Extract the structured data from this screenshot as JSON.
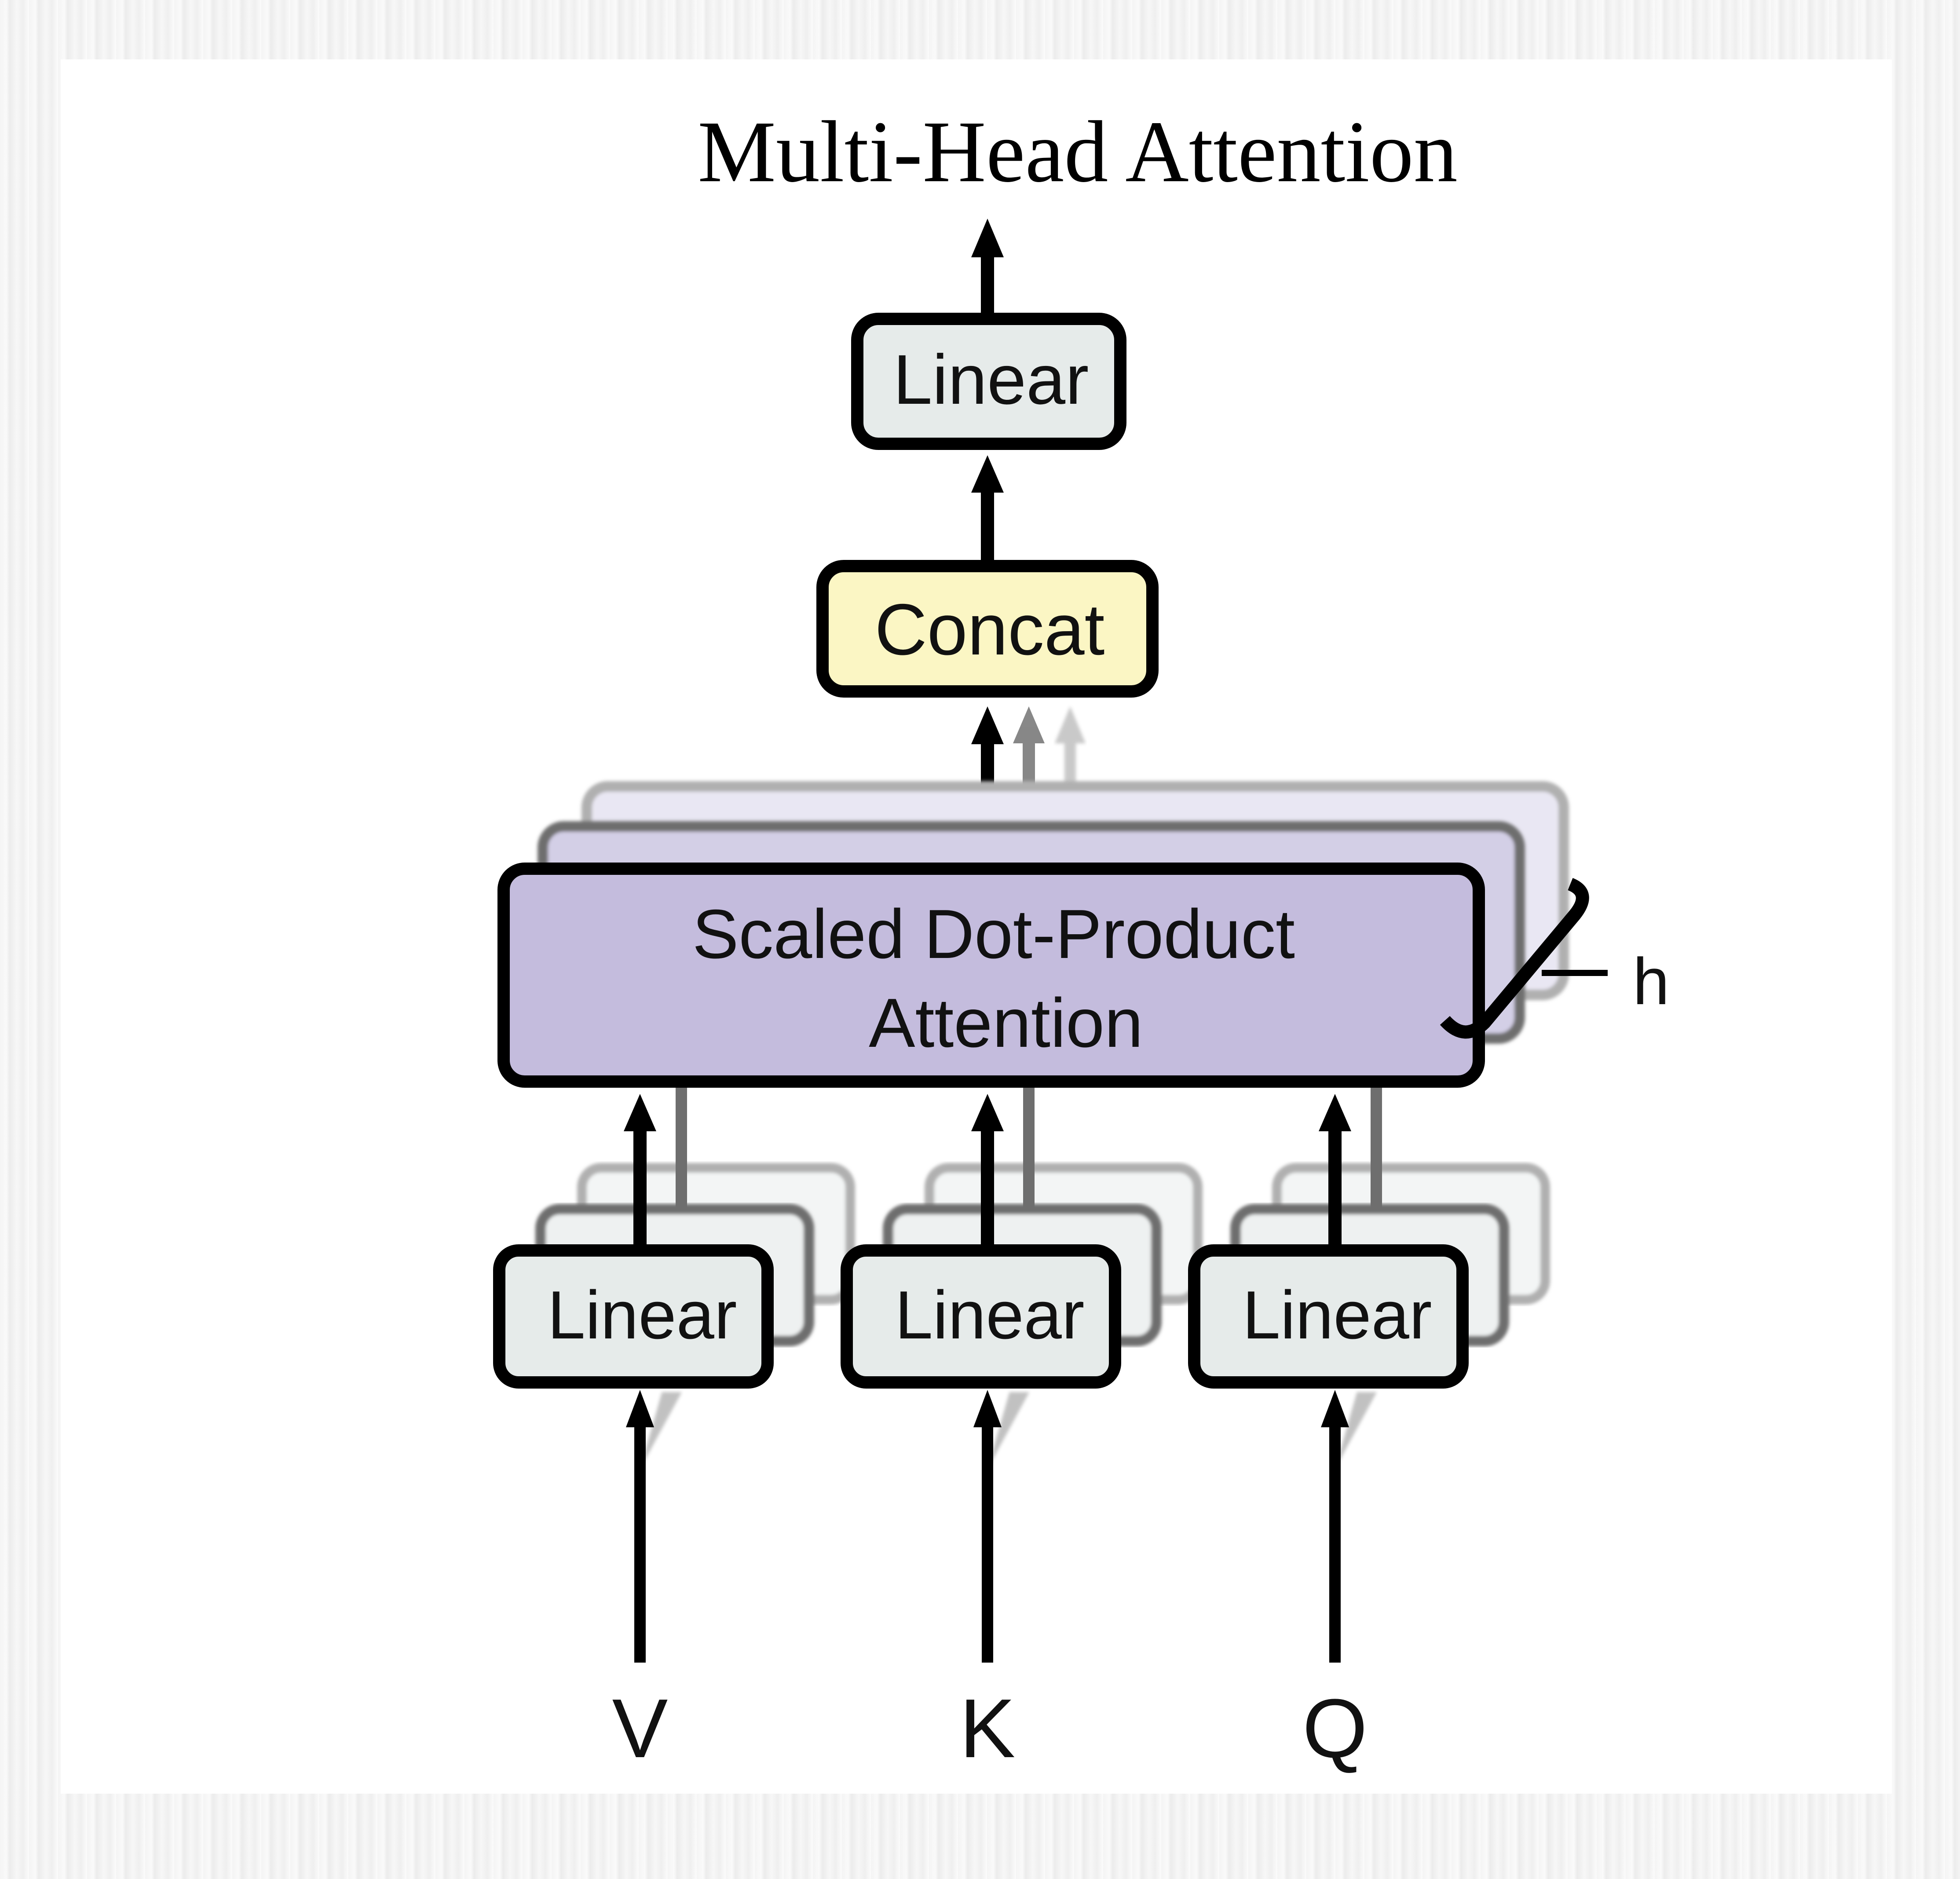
{
  "diagram": {
    "title": "Multi-Head Attention",
    "output_linear": {
      "label": "Linear"
    },
    "concat": {
      "label": "Concat"
    },
    "attention": {
      "line1": "Scaled Dot-Product",
      "line2": "Attention",
      "repeat_label": "h"
    },
    "input_linears": [
      {
        "label": "Linear",
        "input": "V"
      },
      {
        "label": "Linear",
        "input": "K"
      },
      {
        "label": "Linear",
        "input": "Q"
      }
    ],
    "colors": {
      "linear_fill": "#e6ebea",
      "concat_fill": "#fbf6c4",
      "attention_fill": "#c4bcdd",
      "attention_back1_fill": "#d3cfe6",
      "attention_back2_fill": "#e9e7f3",
      "stroke": "#000000",
      "ghost_stroke_1": "#6e6e6e",
      "ghost_stroke_2": "#b0b0b0"
    }
  }
}
